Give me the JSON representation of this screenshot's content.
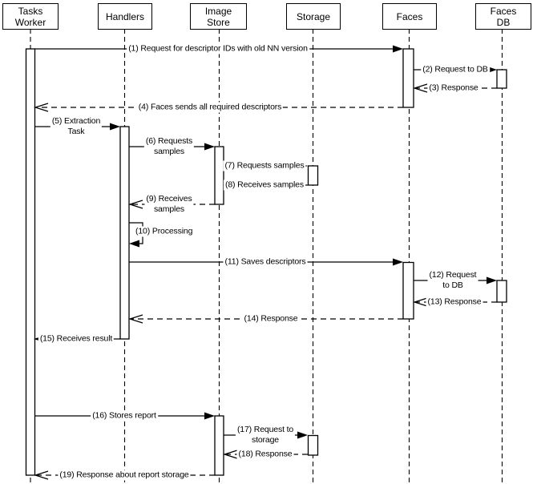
{
  "diagram": {
    "type": "uml-sequence-diagram",
    "colors": {
      "line": "#000000",
      "background": "#ffffff",
      "text": "#000000"
    },
    "actors": [
      {
        "id": "tasks-worker",
        "label": "Tasks\nWorker"
      },
      {
        "id": "handlers",
        "label": "Handlers"
      },
      {
        "id": "image-store",
        "label": "Image\nStore"
      },
      {
        "id": "storage",
        "label": "Storage"
      },
      {
        "id": "faces",
        "label": "Faces"
      },
      {
        "id": "faces-db",
        "label": "Faces\nDB"
      }
    ],
    "messages": [
      {
        "num": 1,
        "label": "(1) Request for descriptor IDs with old NN version",
        "from": "Tasks Worker",
        "to": "Faces",
        "line": "solid",
        "arrow": "filled"
      },
      {
        "num": 2,
        "label": "(2) Request to DB",
        "from": "Faces",
        "to": "Faces DB",
        "line": "solid",
        "arrow": "filled"
      },
      {
        "num": 3,
        "label": "(3) Response",
        "from": "Faces DB",
        "to": "Faces",
        "line": "dashed",
        "arrow": "open"
      },
      {
        "num": 4,
        "label": "(4) Faces sends all required descriptors",
        "from": "Faces",
        "to": "Tasks Worker",
        "line": "dashed",
        "arrow": "open"
      },
      {
        "num": 5,
        "label": "(5) Extraction\nTask",
        "from": "Tasks Worker",
        "to": "Handlers",
        "line": "solid",
        "arrow": "filled"
      },
      {
        "num": 6,
        "label": "(6) Requests\nsamples",
        "from": "Handlers",
        "to": "Image Store",
        "line": "solid",
        "arrow": "filled"
      },
      {
        "num": 7,
        "label": "(7) Requests samples",
        "from": "Image Store",
        "to": "Storage",
        "line": "solid",
        "arrow": "filled"
      },
      {
        "num": 8,
        "label": "(8) Receives samples",
        "from": "Storage",
        "to": "Image Store",
        "line": "dashed",
        "arrow": "open"
      },
      {
        "num": 9,
        "label": "(9) Receives\nsamples",
        "from": "Image Store",
        "to": "Handlers",
        "line": "dashed",
        "arrow": "open"
      },
      {
        "num": 10,
        "label": "(10) Processing",
        "from": "Handlers",
        "to": "Handlers",
        "line": "solid",
        "arrow": "filled",
        "self": true
      },
      {
        "num": 11,
        "label": "(11) Saves descriptors",
        "from": "Handlers",
        "to": "Faces",
        "line": "solid",
        "arrow": "filled"
      },
      {
        "num": 12,
        "label": "(12) Request\nto DB",
        "from": "Faces",
        "to": "Faces DB",
        "line": "solid",
        "arrow": "filled"
      },
      {
        "num": 13,
        "label": "(13) Response",
        "from": "Faces DB",
        "to": "Faces",
        "line": "dashed",
        "arrow": "open"
      },
      {
        "num": 14,
        "label": "(14) Response",
        "from": "Faces",
        "to": "Handlers",
        "line": "dashed",
        "arrow": "open"
      },
      {
        "num": 15,
        "label": "(15) Receives result",
        "from": "Handlers",
        "to": "Tasks Worker",
        "line": "solid",
        "arrow": "open"
      },
      {
        "num": 16,
        "label": "(16) Stores report",
        "from": "Tasks Worker",
        "to": "Image Store",
        "line": "solid",
        "arrow": "filled"
      },
      {
        "num": 17,
        "label": "(17) Request to\nstorage",
        "from": "Image Store",
        "to": "Storage",
        "line": "solid",
        "arrow": "filled"
      },
      {
        "num": 18,
        "label": "(18) Response",
        "from": "Storage",
        "to": "Image Store",
        "line": "dashed",
        "arrow": "open"
      },
      {
        "num": 19,
        "label": "(19) Response about report storage",
        "from": "Image Store",
        "to": "Tasks Worker",
        "line": "dashed",
        "arrow": "open"
      }
    ]
  }
}
